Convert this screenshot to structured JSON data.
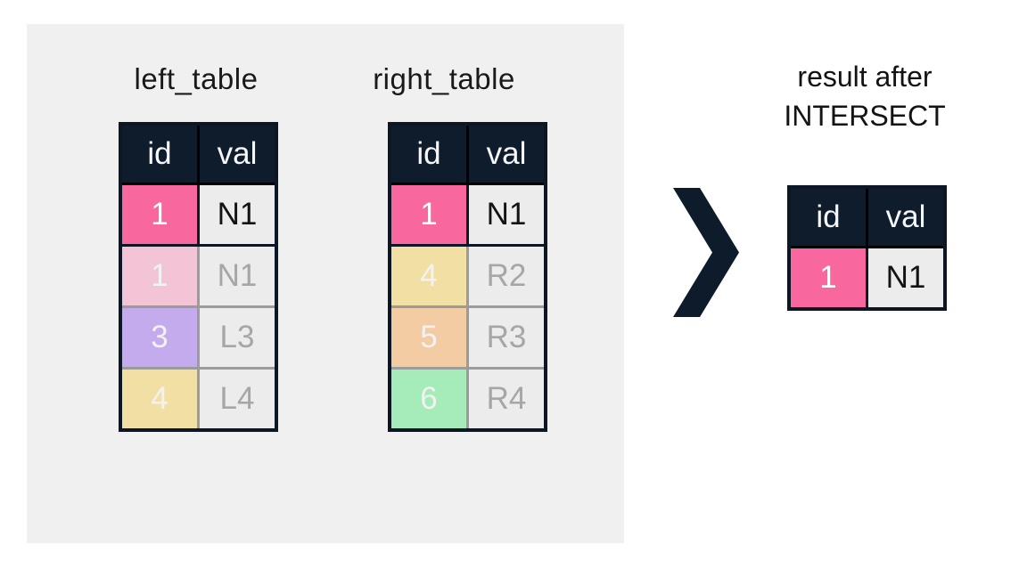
{
  "canvas": {
    "background": "#ffffff",
    "panel_background": "#f0f0f0"
  },
  "left_table": {
    "title": "left_table",
    "headers": [
      "id",
      "val"
    ],
    "rows": [
      {
        "id": "1",
        "val": "N1",
        "highlight": "#f9679f",
        "faded": false
      },
      {
        "id": "1",
        "val": "N1",
        "highlight": "#f3c3d6",
        "faded": true
      },
      {
        "id": "3",
        "val": "L3",
        "highlight": "#c3abee",
        "faded": true
      },
      {
        "id": "4",
        "val": "L4",
        "highlight": "#f1dfa3",
        "faded": true
      }
    ]
  },
  "right_table": {
    "title": "right_table",
    "headers": [
      "id",
      "val"
    ],
    "rows": [
      {
        "id": "1",
        "val": "N1",
        "highlight": "#f9679f",
        "faded": false
      },
      {
        "id": "4",
        "val": "R2",
        "highlight": "#f1dfa3",
        "faded": true
      },
      {
        "id": "5",
        "val": "R3",
        "highlight": "#f4cca3",
        "faded": true
      },
      {
        "id": "6",
        "val": "R4",
        "highlight": "#a5ecb8",
        "faded": true
      }
    ]
  },
  "result_table": {
    "title_line1": "result after",
    "title_line2": "INTERSECT",
    "headers": [
      "id",
      "val"
    ],
    "rows": [
      {
        "id": "1",
        "val": "N1",
        "highlight": "#f9679f",
        "faded": false
      }
    ]
  },
  "arrow": {
    "icon": "chevron-right",
    "color": "#0d1b2a"
  },
  "colors": {
    "header_bg": "#0e1c2b",
    "header_text": "#f7f7fa",
    "cell_bg": "#ececec",
    "active_border": "#0c1624",
    "faded_border": "#9b9b9b",
    "active_text": "#131313",
    "faded_text": "#a6a6a6",
    "id_text": "#fdfdfd"
  }
}
